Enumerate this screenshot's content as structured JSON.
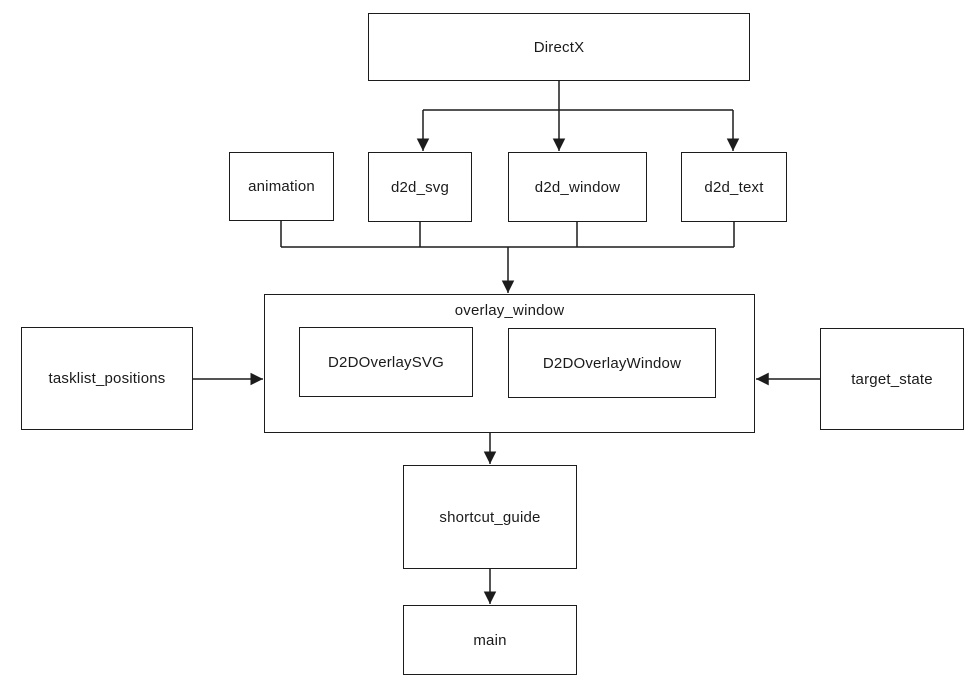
{
  "diagram": {
    "colors": {
      "background": "#ffffff",
      "stroke": "#1c1c1c",
      "text": "#1a1a1a"
    },
    "nodes": {
      "directx": "DirectX",
      "animation": "animation",
      "d2d_svg": "d2d_svg",
      "d2d_window": "d2d_window",
      "d2d_text": "d2d_text",
      "overlay_window": "overlay_window",
      "d2d_overlay_svg": "D2DOverlaySVG",
      "d2d_overlay_window": "D2DOverlayWindow",
      "tasklist_positions": "tasklist_positions",
      "target_state": "target_state",
      "shortcut_guide": "shortcut_guide",
      "main": "main"
    },
    "edges": [
      {
        "from": "DirectX",
        "to": "d2d_svg",
        "arrow": true
      },
      {
        "from": "DirectX",
        "to": "d2d_window",
        "arrow": true
      },
      {
        "from": "DirectX",
        "to": "d2d_text",
        "arrow": true
      },
      {
        "from": "animation",
        "to": "overlay_window",
        "arrow": true
      },
      {
        "from": "d2d_svg",
        "to": "overlay_window",
        "arrow": true
      },
      {
        "from": "d2d_window",
        "to": "overlay_window",
        "arrow": true
      },
      {
        "from": "d2d_text",
        "to": "overlay_window",
        "arrow": true
      },
      {
        "from": "tasklist_positions",
        "to": "overlay_window",
        "arrow": true
      },
      {
        "from": "target_state",
        "to": "overlay_window",
        "arrow": true
      },
      {
        "from": "overlay_window",
        "to": "shortcut_guide",
        "arrow": true
      },
      {
        "from": "shortcut_guide",
        "to": "main",
        "arrow": true
      }
    ]
  }
}
